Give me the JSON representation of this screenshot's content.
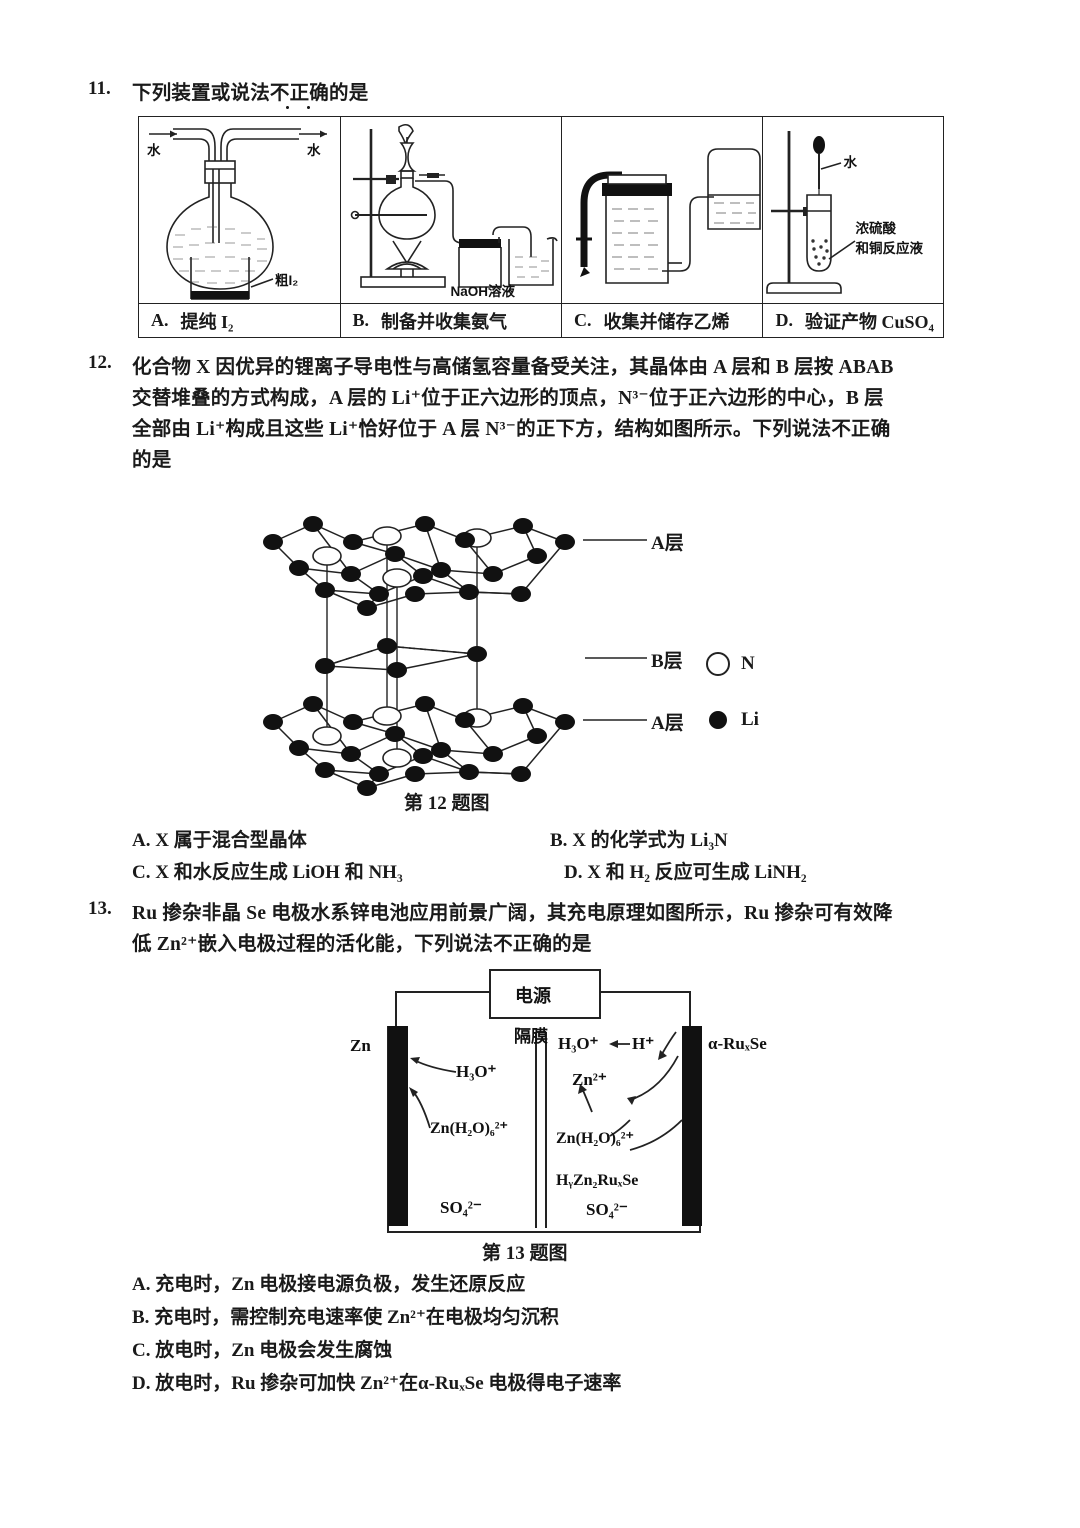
{
  "questions": [
    {
      "number": "11.",
      "stem_before": "下列装置或说法",
      "stem_emph": "不正确",
      "stem_after": "的是"
    },
    {
      "number": "12.",
      "lines": [
        "化合物 X 因优异的锂离子导电性与高储氢容量备受关注，其晶体由 A 层和 B 层按 ABAB",
        "交替堆叠的方式构成，A 层的 Li⁺位于正六边形的顶点，N³⁻位于正六边形的中心，B 层",
        "全部由 Li⁺构成且这些 Li⁺恰好位于 A 层 N³⁻的正下方，结构如图所示。下列说法不正确",
        "的是"
      ],
      "figure_caption": "第 12 题图",
      "options": [
        {
          "letter": "A.",
          "text": "X 属于混合型晶体"
        },
        {
          "letter": "B.",
          "text": "X 的化学式为 Li₃N"
        },
        {
          "letter": "C.",
          "text": "X 和水反应生成 LiOH 和 NH₃"
        },
        {
          "letter": "D.",
          "text": "X 和 H₂ 反应可生成 LiNH₂"
        }
      ]
    },
    {
      "number": "13.",
      "lines": [
        "Ru 掺杂非晶 Se 电极水系锌电池应用前景广阔，其充电原理如图所示，Ru 掺杂可有效降",
        "低 Zn²⁺嵌入电极过程的活化能，下列说法不正确的是"
      ],
      "figure_caption": "第 13 题图",
      "options": [
        {
          "letter": "A.",
          "text": "充电时，Zn 电极接电源负极，发生还原反应"
        },
        {
          "letter": "B.",
          "text": "充电时，需控制充电速率使 Zn²⁺在电极均匀沉积"
        },
        {
          "letter": "C.",
          "text": "放电时，Zn 电极会发生腐蚀"
        },
        {
          "letter": "D.",
          "text": "放电时，Ru 掺杂可加快 Zn²⁺在α-RuₓSe 电极得电子速率"
        }
      ]
    }
  ],
  "apparatus_table": {
    "cells": [
      {
        "letter": "A.",
        "caption": "提纯 I₂",
        "labels": [
          "水",
          "水",
          "粗I₂"
        ]
      },
      {
        "letter": "B.",
        "caption": "制备并收集氨气",
        "labels": [
          "NaOH溶液"
        ]
      },
      {
        "letter": "C.",
        "caption": "收集并储存乙烯",
        "labels": []
      },
      {
        "letter": "D.",
        "caption": "验证产物 CuSO₄",
        "labels": [
          "水",
          "浓硫酸",
          "和铜反应液"
        ]
      }
    ]
  },
  "crystal_figure": {
    "layer_labels": [
      "A层",
      "B层",
      "A层"
    ],
    "legend": [
      {
        "symbol": "open-circle",
        "label": "N"
      },
      {
        "symbol": "filled-circle",
        "label": "Li"
      }
    ]
  },
  "cell_figure": {
    "power_source": "电源",
    "separator": "隔膜",
    "left_electrode": "Zn",
    "right_electrode": "α-RuₓSe",
    "left_species": [
      "H₃O⁺",
      "Zn(H₂O)₆²⁺",
      "SO₄²⁻"
    ],
    "right_species": [
      "H₃O⁺",
      "H⁺",
      "Zn²⁺",
      "Zn(H₂O)₆²⁺",
      "HᵧZn₂RuₓSe",
      "SO₄²⁻"
    ]
  },
  "colors": {
    "ink": "#1a1a1a",
    "line": "#222222",
    "fill_dark": "#111111",
    "paper": "#ffffff"
  }
}
